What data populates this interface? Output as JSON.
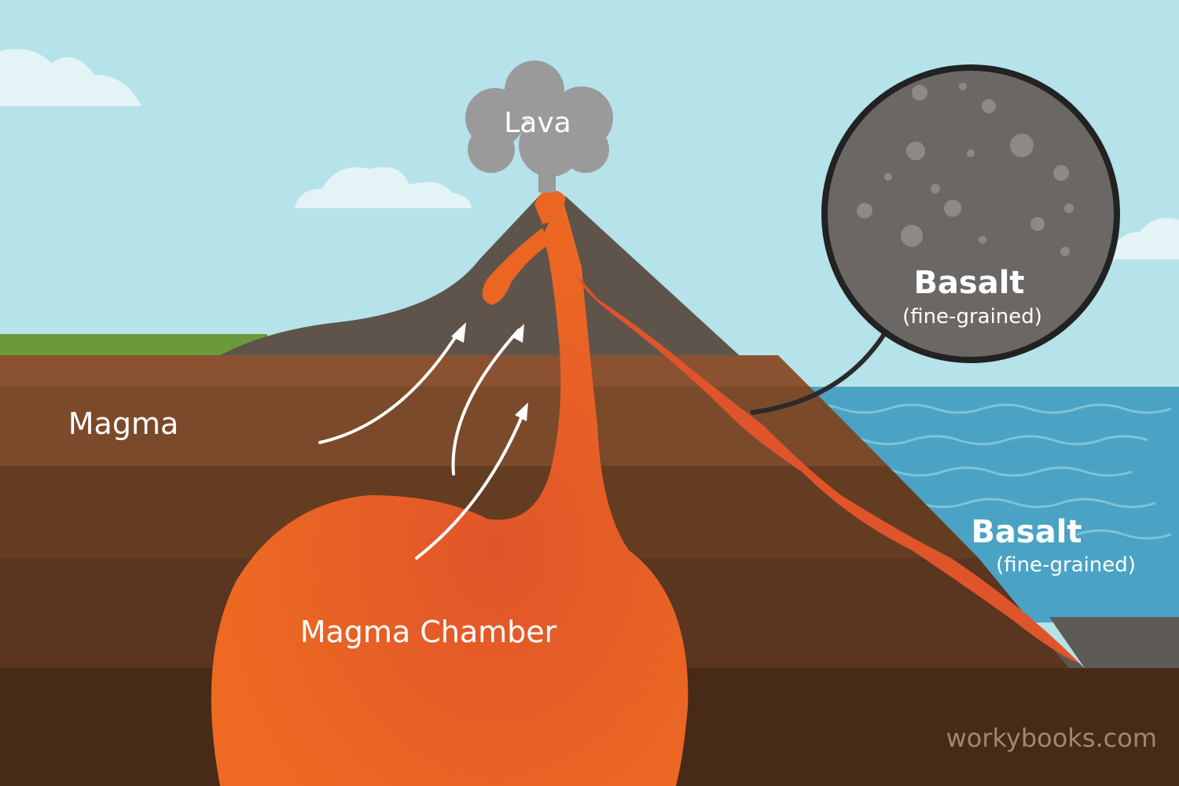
{
  "diagram": {
    "labels": {
      "lava": "Lava",
      "magma": "Magma",
      "magma_chamber": "Magma Chamber",
      "basalt_callout_title": "Basalt",
      "basalt_callout_sub": "(fine-grained)",
      "basalt_ocean_title": "Basalt",
      "basalt_ocean_sub": "(fine-grained)"
    },
    "watermark": "workybooks.com",
    "colors": {
      "sky": "#b6e2ea",
      "grass": "#6a9a3a",
      "mountain": "#5e544c",
      "magma": "#ea6622",
      "lava_flow": "#e0542c",
      "ocean": "#4aa3c4",
      "basalt": "#6a6764"
    }
  }
}
